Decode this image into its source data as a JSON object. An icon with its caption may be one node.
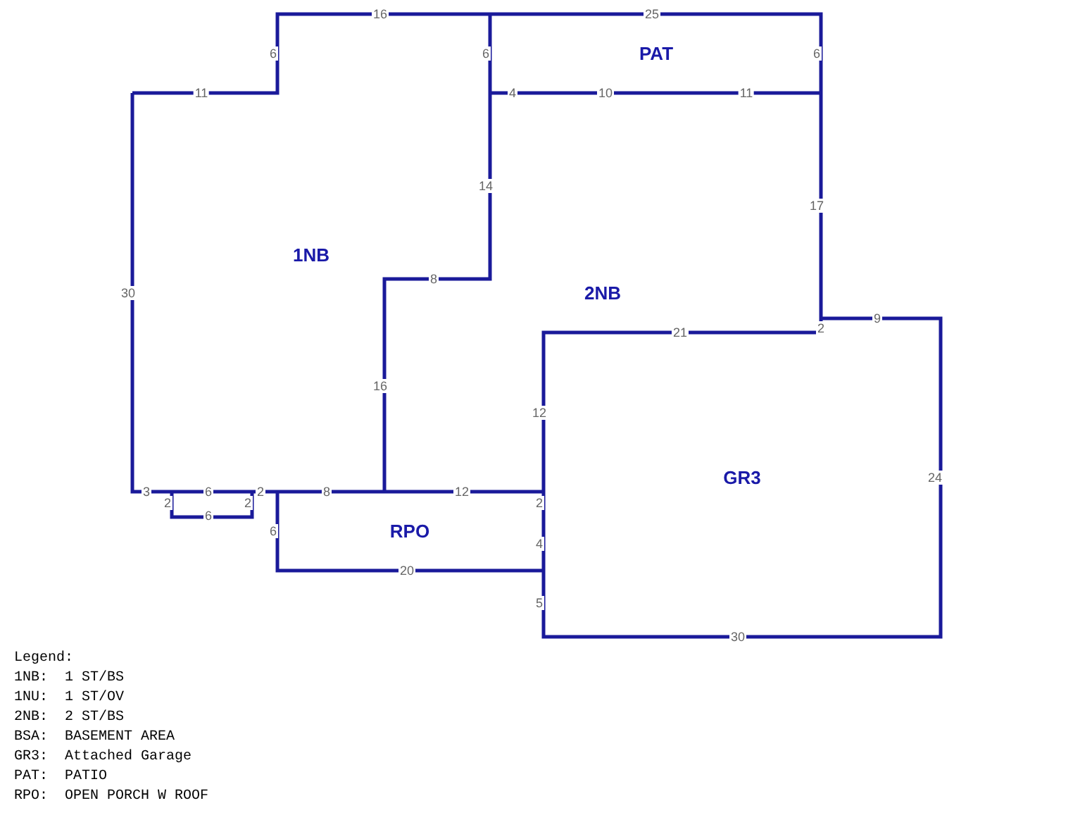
{
  "diagram": {
    "nodes": [
      {
        "text": [
          "PAT"
        ]
      },
      {
        "text": [
          "1NB"
        ]
      },
      {
        "text": [
          "2NB"
        ]
      },
      {
        "text": [
          "GR3"
        ]
      },
      {
        "text": [
          "RPO"
        ]
      }
    ],
    "labels": [
      "16",
      "25",
      "6",
      "6",
      "6",
      "11",
      "4",
      "10",
      "11",
      "14",
      "17",
      "8",
      "30",
      "9",
      "2",
      "21",
      "16",
      "12",
      "24",
      "3",
      "6",
      "2",
      "8",
      "12",
      "2",
      "2",
      "2",
      "6",
      "6",
      "4",
      "20",
      "5",
      "30",
      "Legend:",
      "1NB:  1 ST/BS",
      "1NU:  1 ST/OV",
      "2NB:  2 ST/BS",
      "BSA:  BASEMENT AREA",
      "GR3:  Attached Garage",
      "PAT:  PATIO",
      "RPO:  OPEN PORCH W ROOF"
    ]
  }
}
